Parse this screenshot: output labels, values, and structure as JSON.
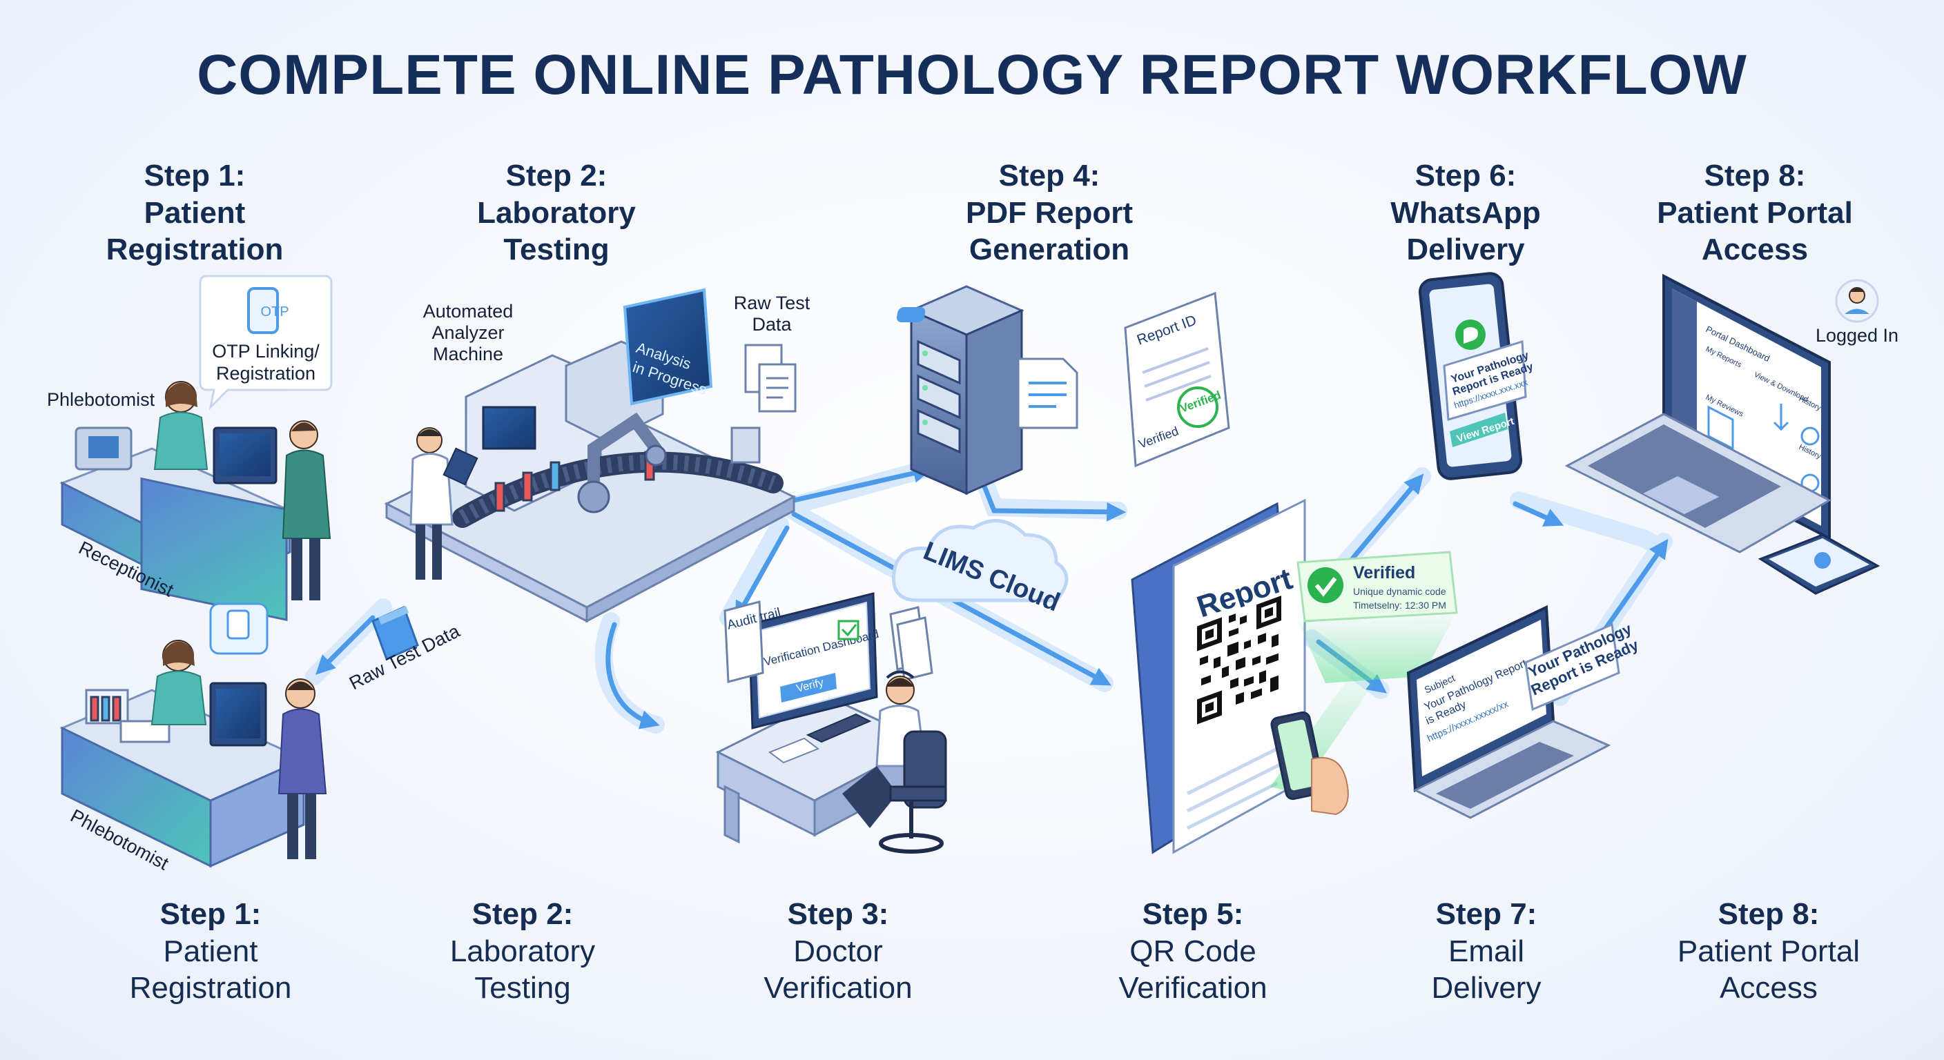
{
  "title": "COMPLETE ONLINE PATHOLOGY REPORT WORKFLOW",
  "top_steps": [
    {
      "num": "Step 1:",
      "name_lines": [
        "Patient",
        "Registration"
      ]
    },
    {
      "num": "Step 2:",
      "name_lines": [
        "Laboratory",
        "Testing"
      ]
    },
    {
      "num": "Step 4:",
      "name_lines": [
        "PDF Report",
        "Generation"
      ]
    },
    {
      "num": "Step 6:",
      "name_lines": [
        "WhatsApp",
        "Delivery"
      ]
    },
    {
      "num": "Step 8:",
      "name_lines": [
        "Patient Portal",
        "Access"
      ]
    }
  ],
  "bottom_steps": [
    {
      "num": "Step 1:",
      "name_lines": [
        "Patient",
        "Registration"
      ]
    },
    {
      "num": "Step 2:",
      "name_lines": [
        "Laboratory",
        "Testing"
      ]
    },
    {
      "num": "Step 3:",
      "name_lines": [
        "Doctor",
        "Verification"
      ]
    },
    {
      "num": "Step 5:",
      "name_lines": [
        "QR Code",
        "Verification"
      ]
    },
    {
      "num": "Step 7:",
      "name_lines": [
        "Email",
        "Delivery"
      ]
    },
    {
      "num": "Step 8:",
      "name_lines": [
        "Patient Portal",
        "Access"
      ]
    }
  ],
  "labels": {
    "phlebotomist_top": "Phlebotomist",
    "receptionist": "Receptionist",
    "phlebotomist_bottom": "Phlebotomist",
    "otp_icon": "OTP",
    "otp_line1": "OTP Linking/",
    "otp_line2": "Registration",
    "analyzer_line1": "Automated",
    "analyzer_line2": "Analyzer",
    "analyzer_line3": "Machine",
    "raw_test_line1": "Raw Test",
    "raw_test_line2": "Data",
    "raw_test_data_arrow": "Raw Test Data",
    "analysis_line1": "Analysis",
    "analysis_line2": "in Progress",
    "lims_cloud": "LIMS Cloud",
    "audit_trail": "Audit trail",
    "verification_dashboard": "Verification Dashboard",
    "verify_button": "Verify",
    "report_id": "Report ID",
    "verified_sign": "Verified",
    "verified_stamp": "Verified",
    "report_title": "Report",
    "verified_badge": "Verified",
    "unique_code": "Unique dynamic code",
    "timestamp": "Timetselny: 12:30 PM",
    "wa_msg_line1": "Your Pathology",
    "wa_msg_line2": "Report is Ready",
    "wa_link": "https://xxxx.xxx.xxx",
    "view_report": "View Report",
    "email_subject": "Subject",
    "email_line1": "Your Pathology Report",
    "email_line2": "is Ready",
    "email_link": "https://xxxx.xxxxx/xx",
    "email_card_line1": "Your Pathology",
    "email_card_line2": "Report is Ready",
    "portal_dashboard": "Portal Dashboard",
    "my_reports": "My Reports",
    "view_download": "View & Download",
    "history": "History",
    "my_reviews": "My Reviews",
    "history2": "History",
    "logged_in": "Logged In"
  },
  "colors": {
    "arrow": "#4d9be8",
    "arrow_glow": "#b9dafb",
    "navy": "#162f5a",
    "desk_blue": "#4a72c4",
    "desk_teal": "#4fc4b8",
    "verified_green": "#2bb34e"
  }
}
